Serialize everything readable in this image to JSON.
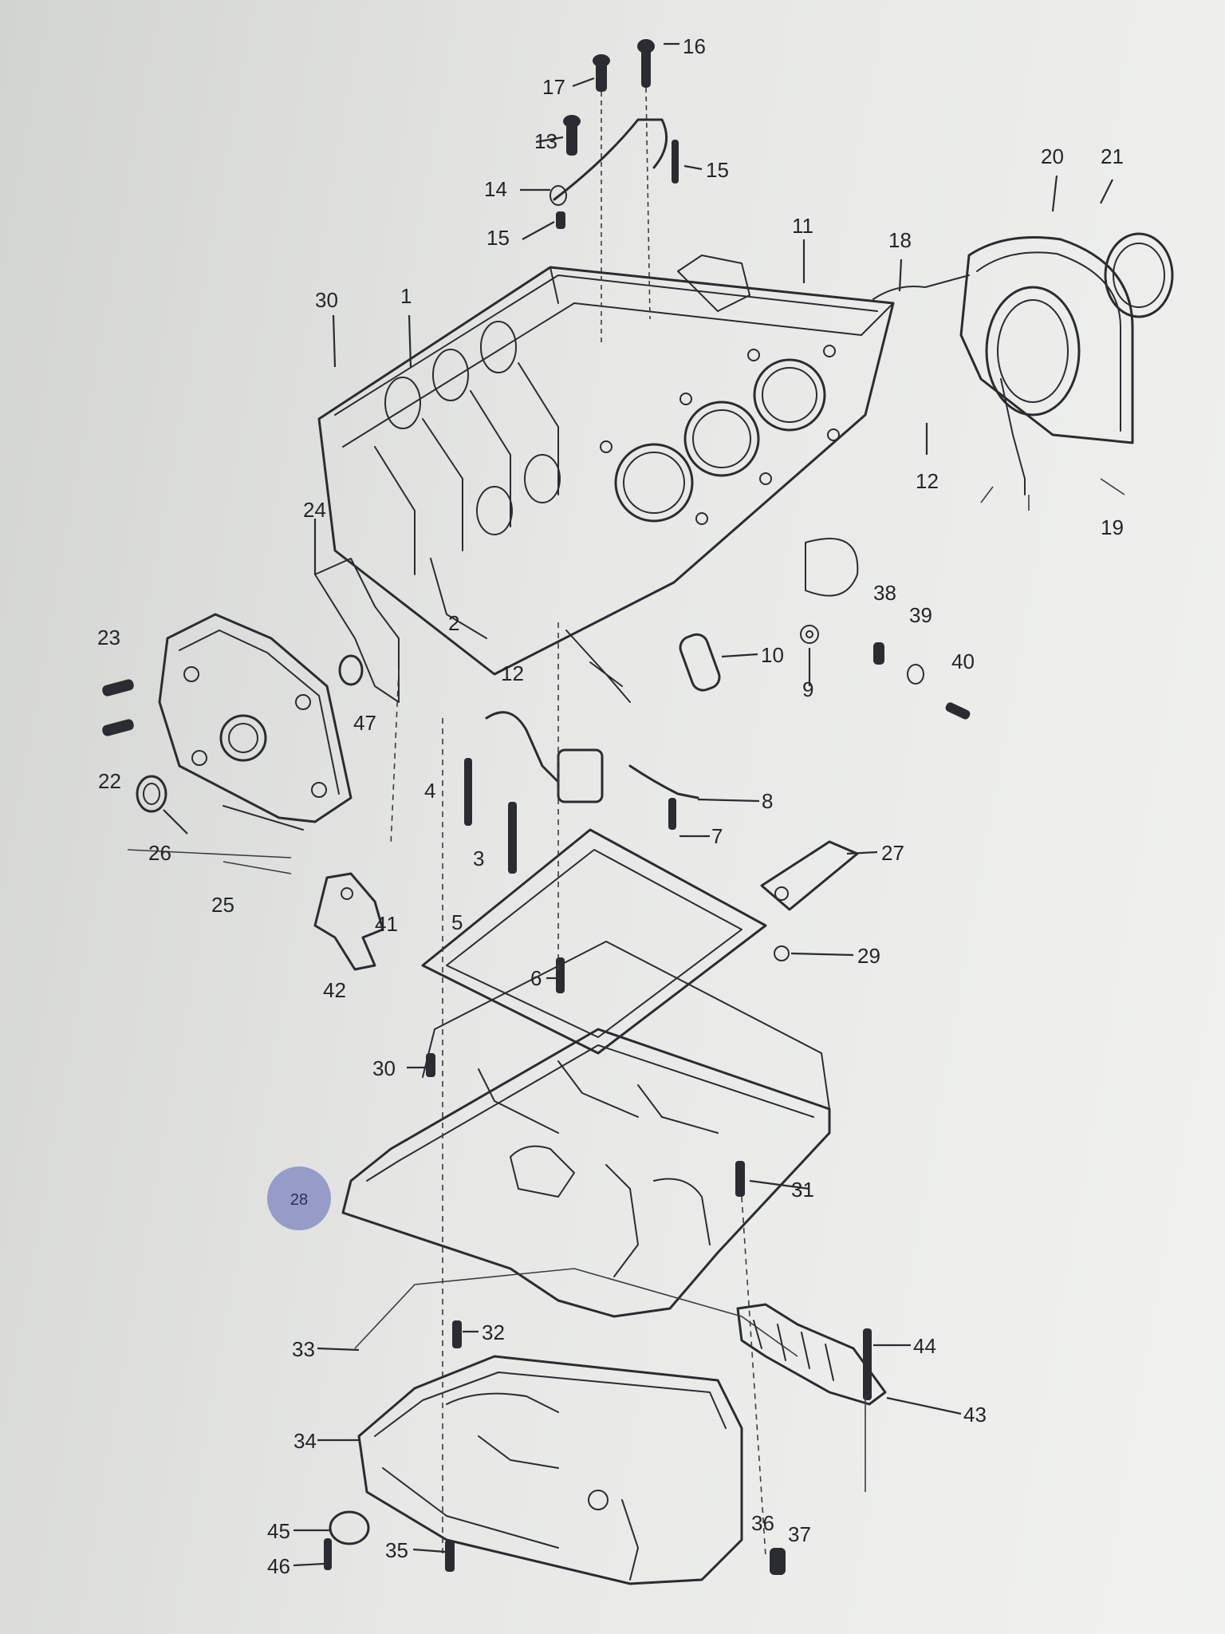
{
  "diagram": {
    "callouts": [
      "1",
      "2",
      "3",
      "4",
      "5",
      "6",
      "7",
      "8",
      "9",
      "10",
      "11",
      "12",
      "12",
      "13",
      "14",
      "15",
      "15",
      "16",
      "17",
      "18",
      "19",
      "20",
      "21",
      "22",
      "23",
      "24",
      "25",
      "26",
      "27",
      "28",
      "29",
      "30",
      "30",
      "31",
      "32",
      "33",
      "34",
      "35",
      "36",
      "37",
      "38",
      "39",
      "40",
      "41",
      "42",
      "43",
      "44",
      "45",
      "46",
      "47"
    ],
    "selected_callout": "28",
    "colors": {
      "line": "#2b2c31",
      "background": "#eceeeb",
      "marker": "#8e93c4"
    }
  }
}
